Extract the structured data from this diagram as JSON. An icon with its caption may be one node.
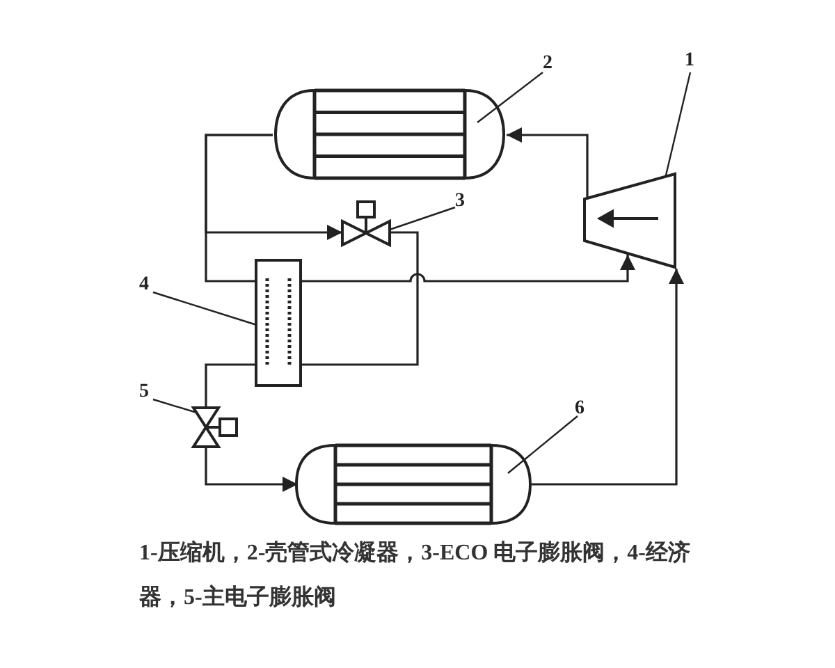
{
  "diagram": {
    "caption": "1-压缩机，2-壳管式冷凝器，3-ECO 电子膨胀阀，4-经济器，5-主电子膨胀阀",
    "nodes": [
      {
        "text": [
          "1"
        ]
      },
      {
        "text": [
          "2"
        ]
      },
      {
        "text": [
          "3"
        ]
      },
      {
        "text": [
          "4"
        ]
      },
      {
        "text": [
          "5"
        ]
      },
      {
        "text": [
          "6"
        ]
      },
      {
        "text": [],
        "shape": "picture"
      },
      {
        "text": [],
        "shape": "picture"
      },
      {
        "text": [],
        "shape": "picture"
      },
      {
        "text": [],
        "shape": "picture"
      },
      {
        "text": [],
        "shape": "picture"
      },
      {
        "text": [],
        "shape": "picture"
      }
    ],
    "edges": [
      {
        "from": 7,
        "to": 6,
        "arrow": "to"
      },
      {
        "from": 6,
        "to": 8,
        "arrow": "to"
      },
      {
        "from": 6,
        "to": 9,
        "arrow": "none"
      },
      {
        "from": 8,
        "to": 9,
        "arrow": "none"
      },
      {
        "from": 9,
        "to": 7,
        "arrow": "to"
      },
      {
        "from": 9,
        "to": 10,
        "arrow": "none"
      },
      {
        "from": 10,
        "to": 11,
        "arrow": "to"
      },
      {
        "from": 11,
        "to": 7,
        "arrow": "to"
      },
      {
        "from": 0,
        "to": 7,
        "arrow": "none"
      },
      {
        "from": 1,
        "to": 6,
        "arrow": "none"
      },
      {
        "from": 2,
        "to": 8,
        "arrow": "none"
      },
      {
        "from": 3,
        "to": 9,
        "arrow": "none"
      },
      {
        "from": 4,
        "to": 10,
        "arrow": "none"
      },
      {
        "from": 5,
        "to": 11,
        "arrow": "none"
      }
    ]
  }
}
